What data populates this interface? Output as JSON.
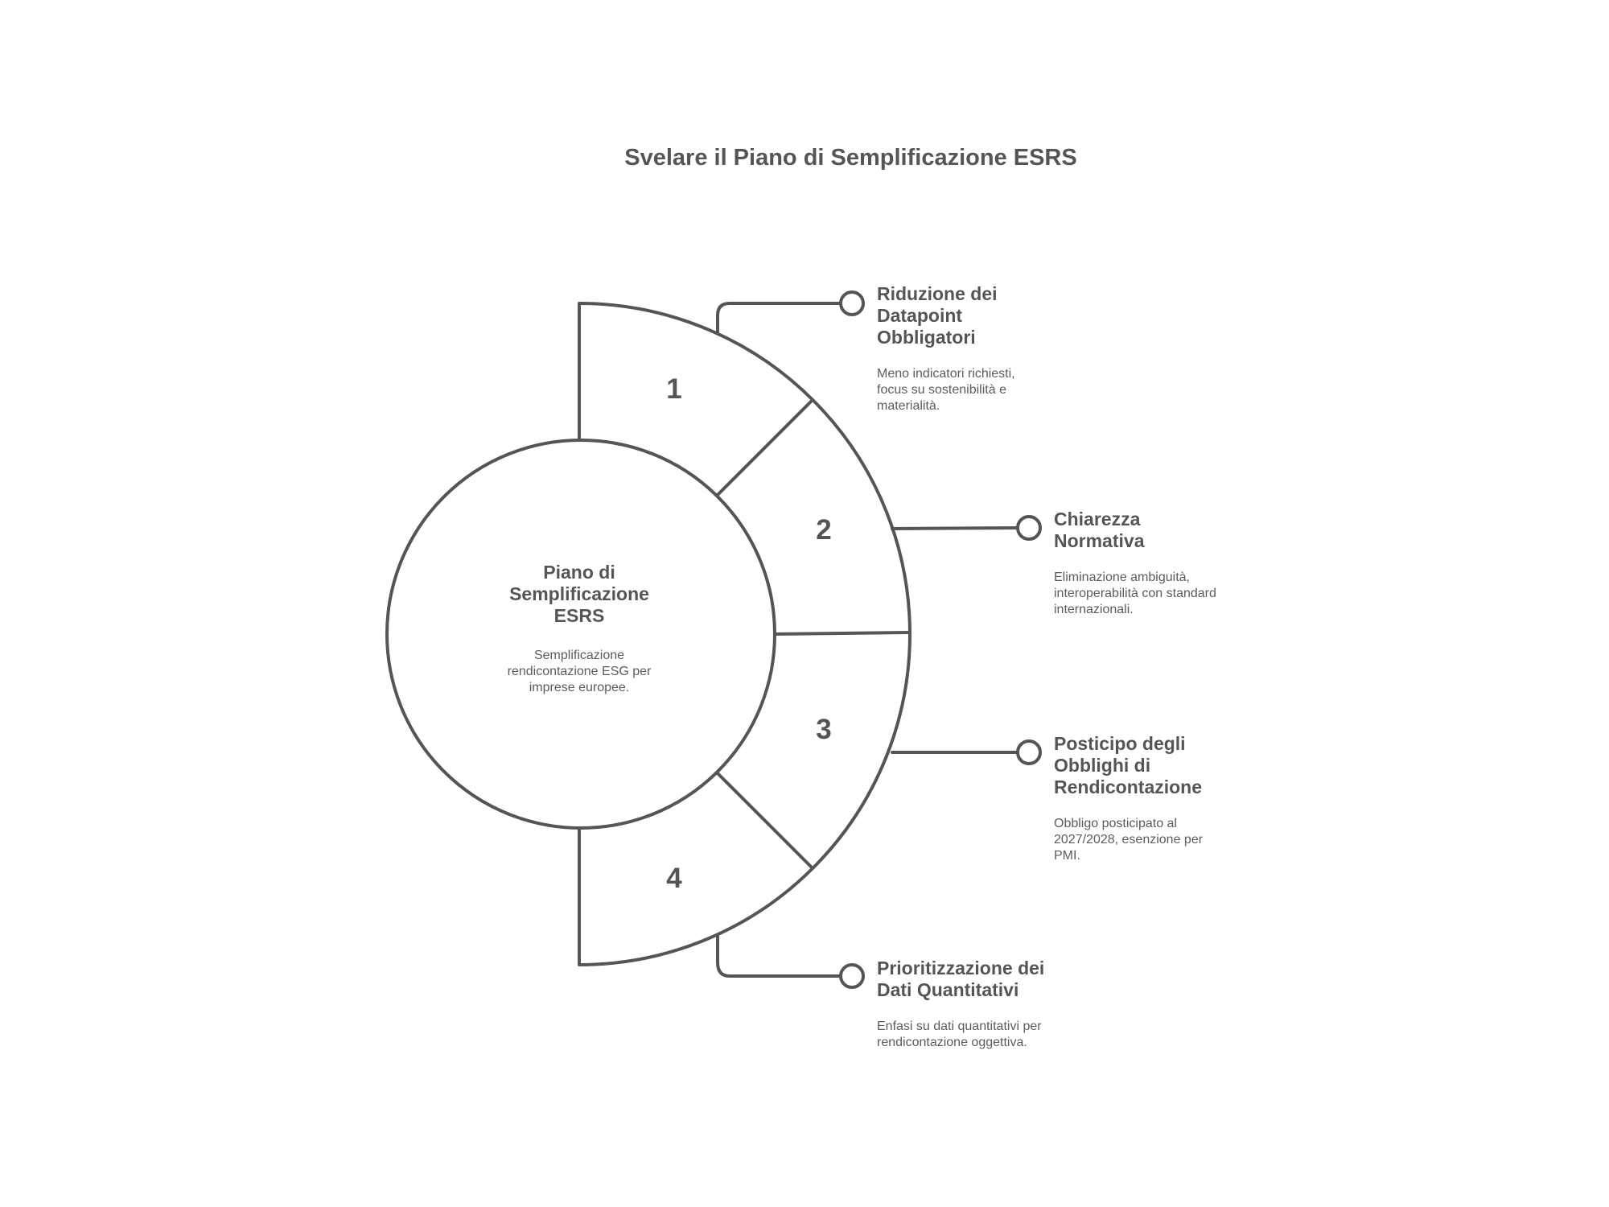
{
  "title": "Svelare il Piano di Semplificazione ESRS",
  "center": {
    "title": "Piano di Semplificazione ESRS",
    "description": "Semplificazione rendicontazione ESG per imprese europee."
  },
  "segments": [
    {
      "number": "1",
      "title": "Riduzione dei Datapoint Obbligatori",
      "description": "Meno indicatori richiesti, focus su sostenibilità e materialità."
    },
    {
      "number": "2",
      "title": "Chiarezza Normativa",
      "description": "Eliminazione ambiguità, interoperabilità con standard internazionali."
    },
    {
      "number": "3",
      "title": "Posticipo degli Obblighi di Rendicontazione",
      "description": "Obbligo posticipato al 2027/2028, esenzione per PMI."
    },
    {
      "number": "4",
      "title": "Prioritizzazione dei Dati Quantitativi",
      "description": "Enfasi su dati quantitativi per rendicontazione oggettiva."
    }
  ],
  "colors": {
    "stroke": "#555555",
    "text": "#555555",
    "background": "#ffffff"
  }
}
